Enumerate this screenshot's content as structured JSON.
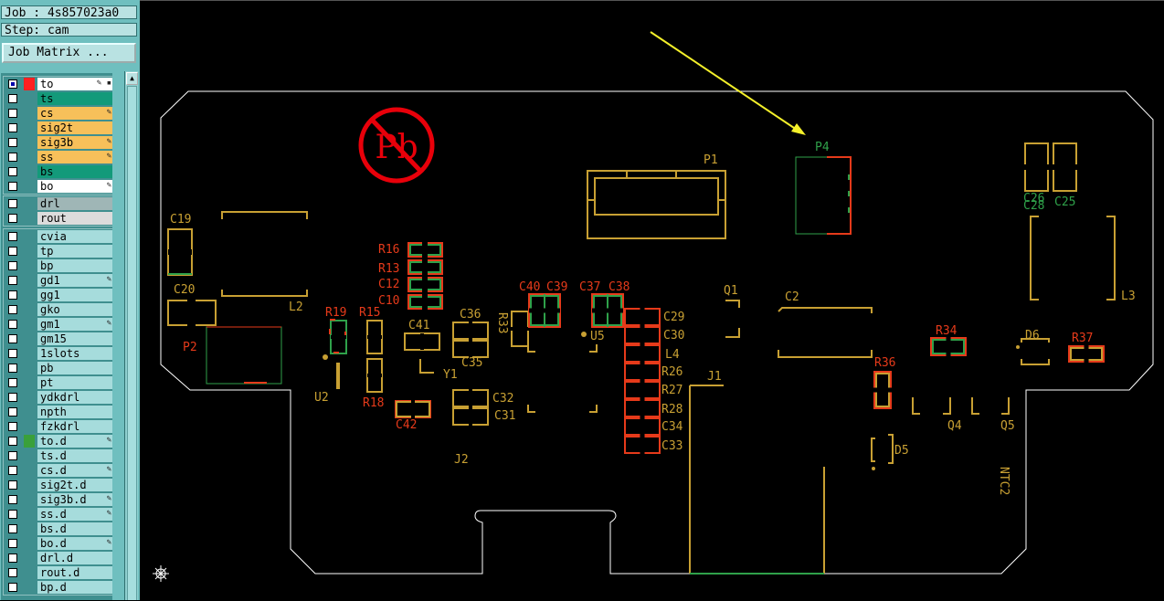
{
  "job": {
    "label": "Job : 4s857023a0",
    "step": "Step: cam",
    "matrix_button": "Job Matrix ..."
  },
  "colors": {
    "board_outline": "#ffffff",
    "pad_top": "#e63a1a",
    "pad_bot": "#2fa14a",
    "silk": "#c8a033",
    "arrow": "#f4f02a",
    "pb_symbol": "#e8000a"
  },
  "layer_groups": [
    [
      {
        "name": "to",
        "bg": "#ffffff",
        "swatch": "#ff2020",
        "active": true,
        "edit": "✎ ▪"
      },
      {
        "name": "ts",
        "bg": "#139a7a",
        "swatch": "",
        "active": false,
        "edit": ""
      },
      {
        "name": "cs",
        "bg": "#f7c05a",
        "swatch": "",
        "active": false,
        "edit": "✎"
      },
      {
        "name": "sig2t",
        "bg": "#f7c05a",
        "swatch": "",
        "active": false,
        "edit": ""
      },
      {
        "name": "sig3b",
        "bg": "#f7c05a",
        "swatch": "",
        "active": false,
        "edit": "✎"
      },
      {
        "name": "ss",
        "bg": "#f7c05a",
        "swatch": "",
        "active": false,
        "edit": "✎"
      },
      {
        "name": "bs",
        "bg": "#139a7a",
        "swatch": "",
        "active": false,
        "edit": ""
      },
      {
        "name": "bo",
        "bg": "#ffffff",
        "swatch": "",
        "active": false,
        "edit": "✎"
      }
    ],
    [
      {
        "name": "drl",
        "bg": "#9fb6b6",
        "swatch": "",
        "active": false,
        "edit": ""
      },
      {
        "name": "rout",
        "bg": "#dcdcdc",
        "swatch": "",
        "active": false,
        "edit": ""
      }
    ],
    [
      {
        "name": "cvia",
        "bg": "#a6dcdc",
        "swatch": "",
        "active": false,
        "edit": ""
      },
      {
        "name": "tp",
        "bg": "#a6dcdc",
        "swatch": "",
        "active": false,
        "edit": ""
      },
      {
        "name": "bp",
        "bg": "#a6dcdc",
        "swatch": "",
        "active": false,
        "edit": ""
      },
      {
        "name": "gd1",
        "bg": "#a6dcdc",
        "swatch": "",
        "active": false,
        "edit": "✎"
      },
      {
        "name": "gg1",
        "bg": "#a6dcdc",
        "swatch": "",
        "active": false,
        "edit": ""
      },
      {
        "name": "gko",
        "bg": "#a6dcdc",
        "swatch": "",
        "active": false,
        "edit": ""
      },
      {
        "name": "gm1",
        "bg": "#a6dcdc",
        "swatch": "",
        "active": false,
        "edit": "✎"
      },
      {
        "name": "gm15",
        "bg": "#a6dcdc",
        "swatch": "",
        "active": false,
        "edit": ""
      },
      {
        "name": "1slots",
        "bg": "#a6dcdc",
        "swatch": "",
        "active": false,
        "edit": ""
      },
      {
        "name": "pb",
        "bg": "#a6dcdc",
        "swatch": "",
        "active": false,
        "edit": ""
      },
      {
        "name": "pt",
        "bg": "#a6dcdc",
        "swatch": "",
        "active": false,
        "edit": ""
      },
      {
        "name": "ydkdrl",
        "bg": "#a6dcdc",
        "swatch": "",
        "active": false,
        "edit": ""
      },
      {
        "name": "npth",
        "bg": "#a6dcdc",
        "swatch": "",
        "active": false,
        "edit": ""
      },
      {
        "name": "fzkdrl",
        "bg": "#a6dcdc",
        "swatch": "",
        "active": false,
        "edit": ""
      },
      {
        "name": "to.d",
        "bg": "#a6dcdc",
        "swatch": "#3aa03a",
        "active": false,
        "edit": "✎"
      },
      {
        "name": "ts.d",
        "bg": "#a6dcdc",
        "swatch": "",
        "active": false,
        "edit": ""
      },
      {
        "name": "cs.d",
        "bg": "#a6dcdc",
        "swatch": "",
        "active": false,
        "edit": "✎"
      },
      {
        "name": "sig2t.d",
        "bg": "#a6dcdc",
        "swatch": "",
        "active": false,
        "edit": ""
      },
      {
        "name": "sig3b.d",
        "bg": "#a6dcdc",
        "swatch": "",
        "active": false,
        "edit": "✎"
      },
      {
        "name": "ss.d",
        "bg": "#a6dcdc",
        "swatch": "",
        "active": false,
        "edit": "✎"
      },
      {
        "name": "bs.d",
        "bg": "#a6dcdc",
        "swatch": "",
        "active": false,
        "edit": ""
      },
      {
        "name": "bo.d",
        "bg": "#a6dcdc",
        "swatch": "",
        "active": false,
        "edit": "✎"
      },
      {
        "name": "drl.d",
        "bg": "#a6dcdc",
        "swatch": "",
        "active": false,
        "edit": ""
      },
      {
        "name": "rout.d",
        "bg": "#a6dcdc",
        "swatch": "",
        "active": false,
        "edit": ""
      },
      {
        "name": "bp.d",
        "bg": "#a6dcdc",
        "swatch": "",
        "active": false,
        "edit": ""
      }
    ]
  ],
  "components": {
    "C19": "C19",
    "C20": "C20",
    "P2": "P2",
    "L2": "L2",
    "U2": "U2",
    "R19": "R19",
    "R15": "R15",
    "R18": "R18",
    "C41": "C41",
    "Y1": "Y1",
    "C42": "C42",
    "R16": "R16",
    "R13": "R13",
    "C12": "C12",
    "C10": "C10",
    "C36": "C36",
    "C35": "C35",
    "C32": "C32",
    "C31": "C31",
    "R33": "R33",
    "J2": "J2",
    "C40": "C40",
    "C39": "C39",
    "C37": "C37",
    "C38": "C38",
    "U5": "U5",
    "C29": "C29",
    "C30": "C30",
    "L4": "L4",
    "R26": "R26",
    "R27": "R27",
    "R28": "R28",
    "C34": "C34",
    "C33": "C33",
    "J1": "J1",
    "P1": "P1",
    "P4": "P4",
    "Q1": "Q1",
    "C2": "C2",
    "R36": "R36",
    "R34": "R34",
    "D6": "D6",
    "R37": "R37",
    "Q4": "Q4",
    "Q5": "Q5",
    "D5": "D5",
    "NTC2": "NTC2",
    "C26": "C26",
    "C28": "C28",
    "C25": "C25",
    "L3": "L3",
    "pb": "Pb"
  }
}
